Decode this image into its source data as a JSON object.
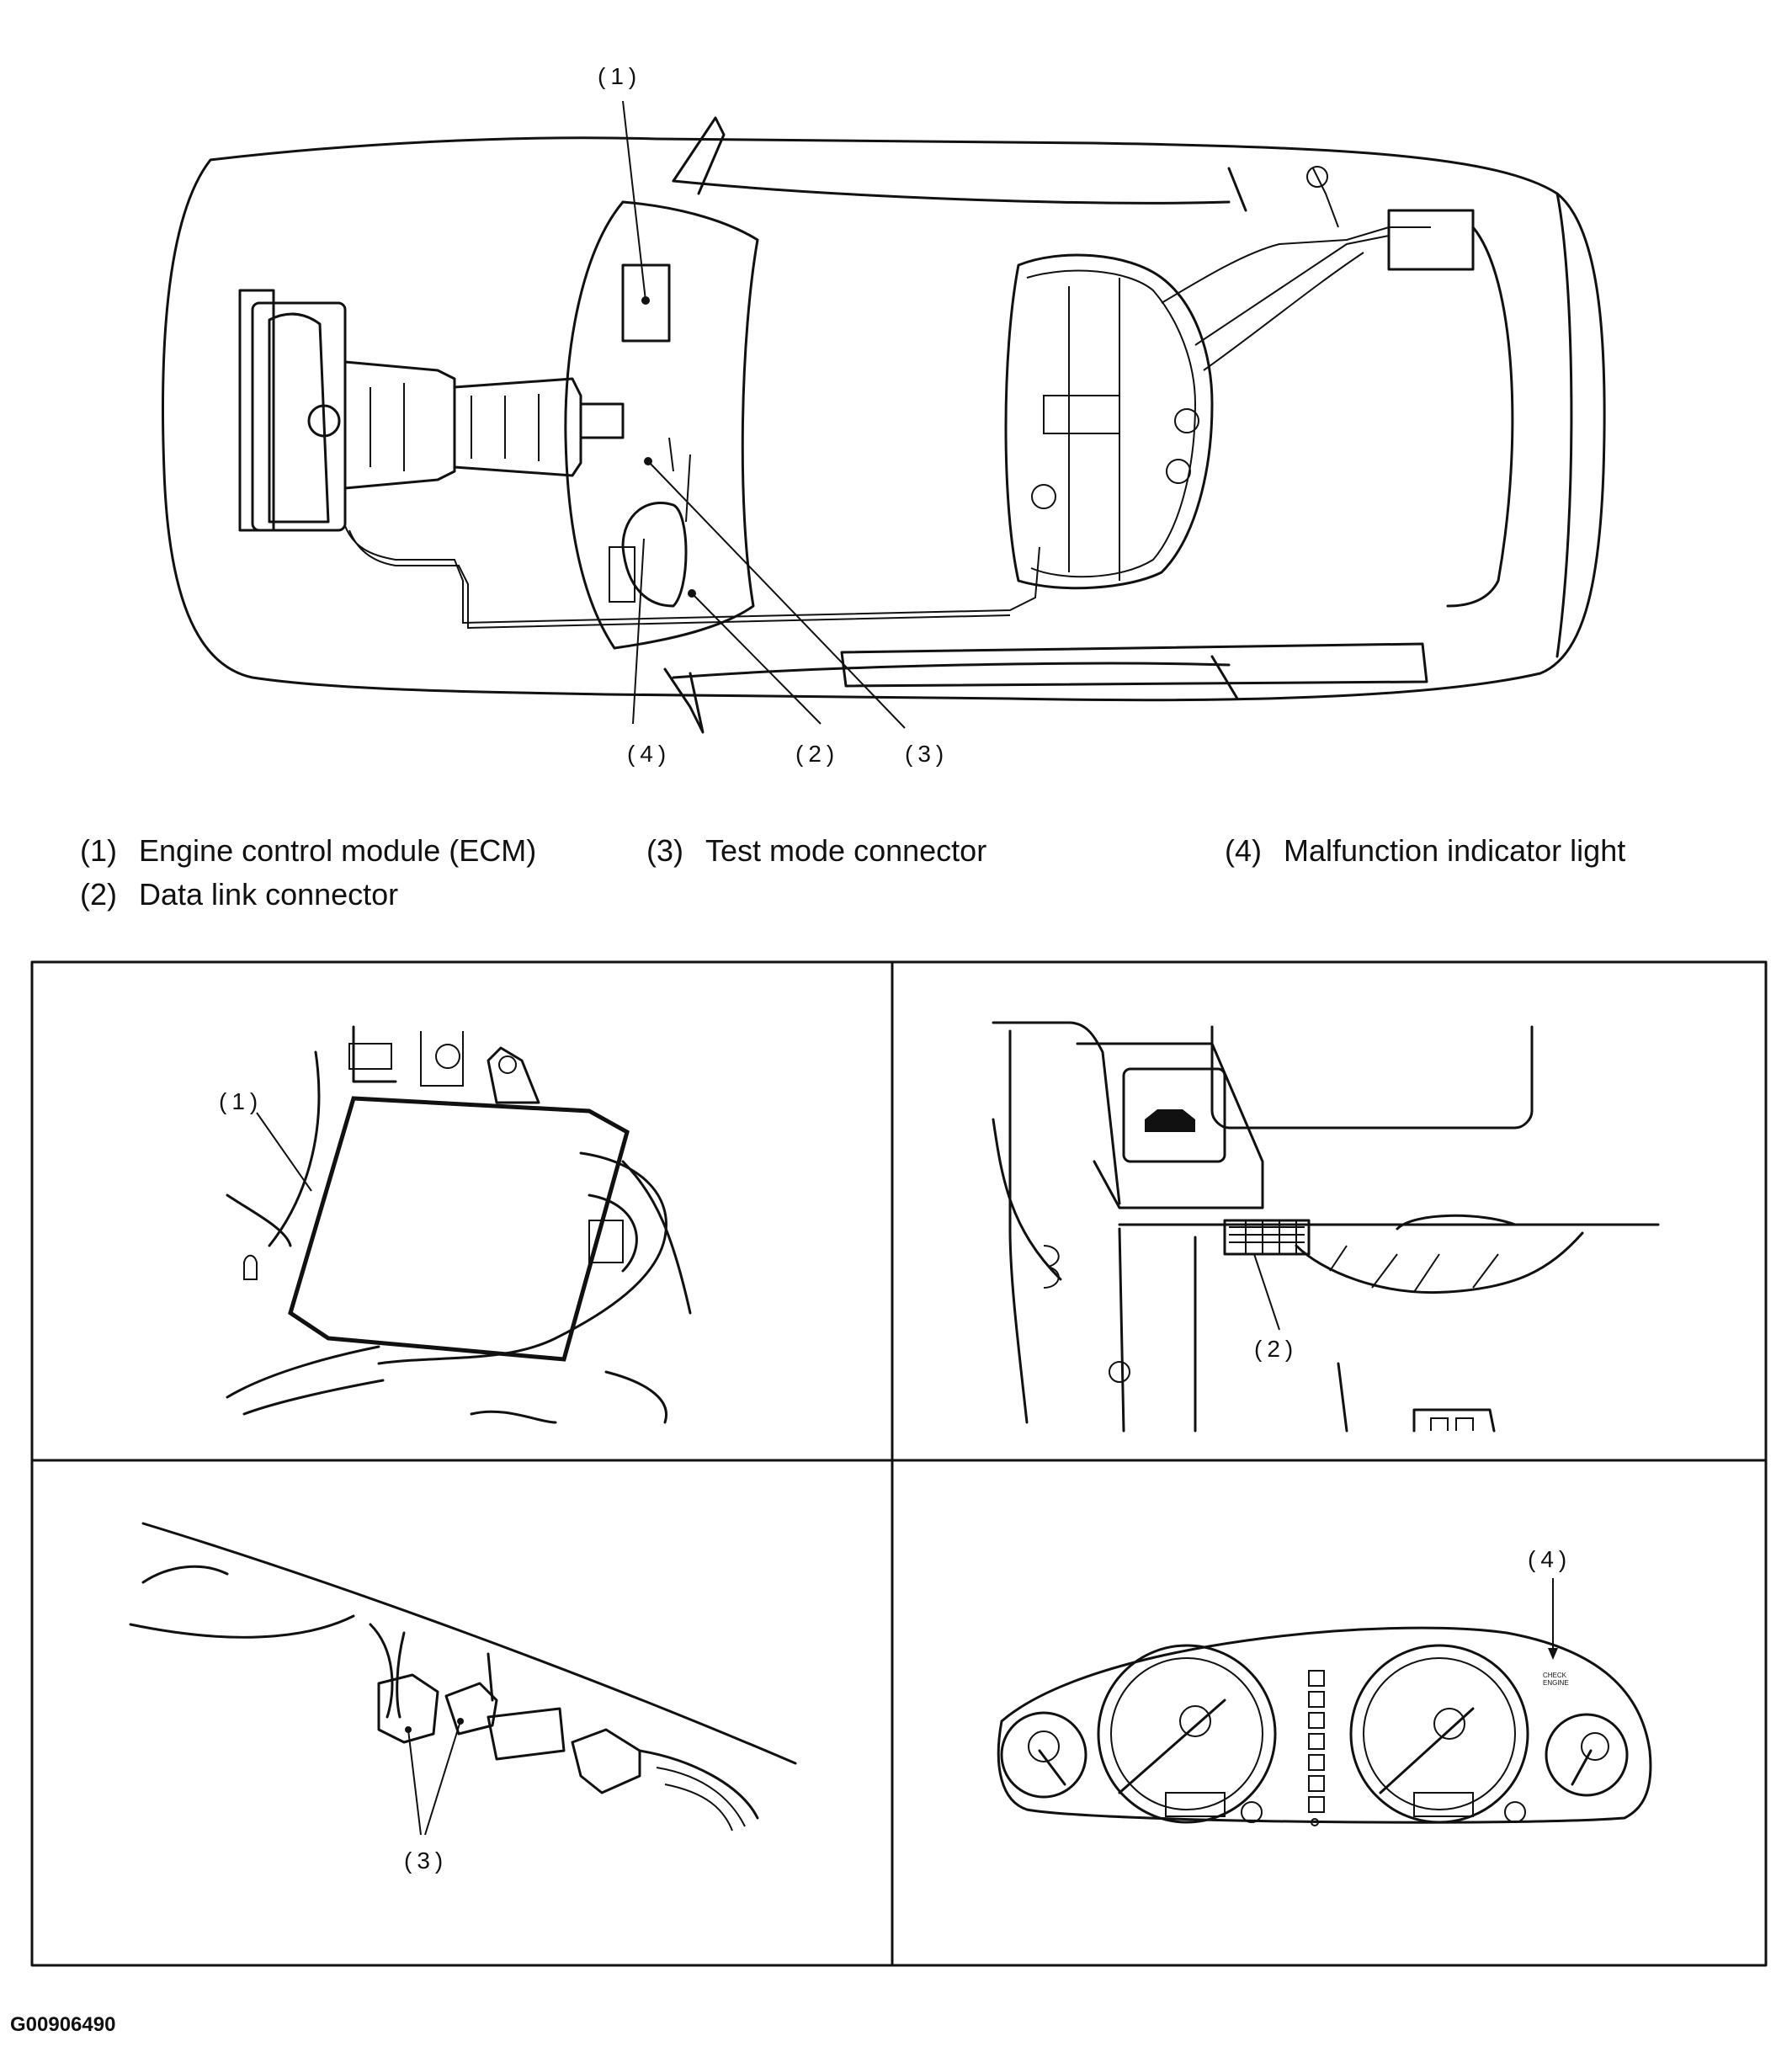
{
  "overview": {
    "callouts": [
      "(1)",
      "(2)",
      "(3)",
      "(4)"
    ]
  },
  "legend": [
    {
      "num": "(1)",
      "text": "Engine control module (ECM)"
    },
    {
      "num": "(2)",
      "text": "Data link connector"
    },
    {
      "num": "(3)",
      "text": "Test mode connector"
    },
    {
      "num": "(4)",
      "text": "Malfunction indicator light"
    }
  ],
  "panels": {
    "ecm": {
      "callout": "(1)"
    },
    "dlc": {
      "callout": "(2)"
    },
    "test_mode": {
      "callout": "(3)"
    },
    "cluster": {
      "callout": "(4)",
      "mil_text_1": "CHECK",
      "mil_text_2": "ENGINE"
    }
  },
  "figure_id": "G00906490"
}
